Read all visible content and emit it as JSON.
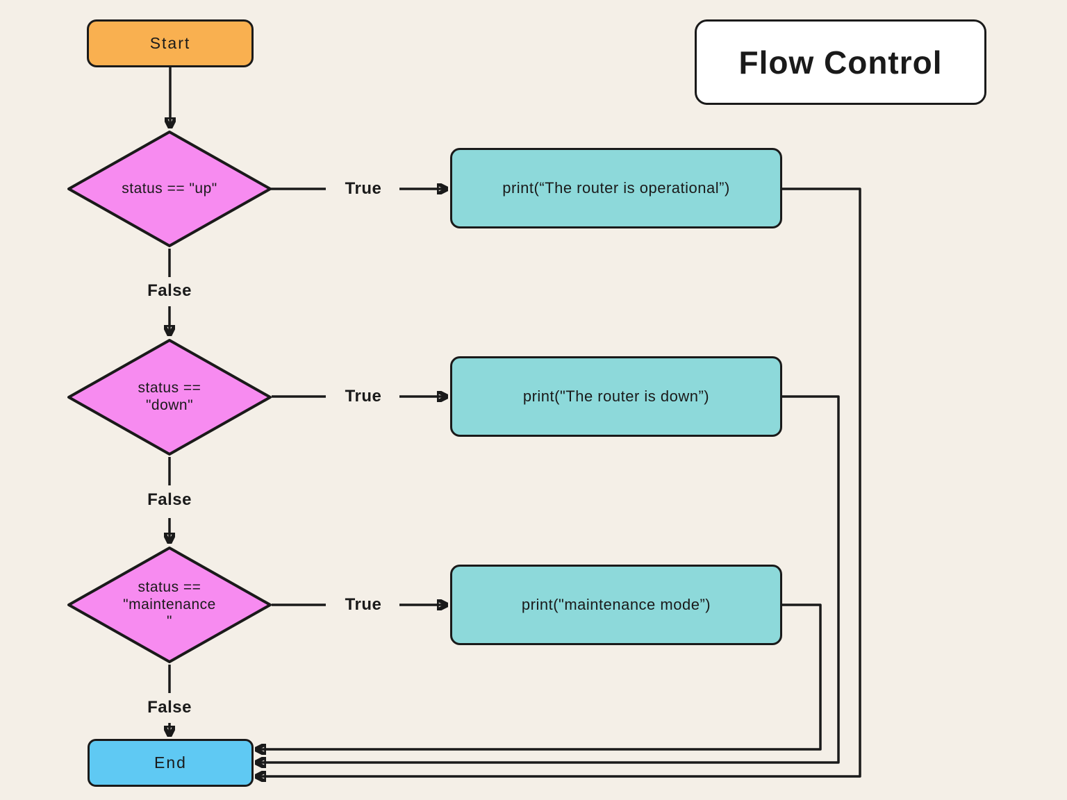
{
  "title": "Flow Control",
  "nodes": {
    "start": {
      "label": "Start"
    },
    "end": {
      "label": "End"
    },
    "decisions": [
      {
        "lines": [
          "status == \"up\""
        ]
      },
      {
        "lines": [
          "status ==",
          "\"down\""
        ]
      },
      {
        "lines": [
          "status ==",
          "\"maintenance",
          "\""
        ]
      }
    ],
    "processes": [
      {
        "label": "print(“The router is operational”)"
      },
      {
        "label": "print(\"The router is down”)"
      },
      {
        "label": "print(\"maintenance mode”)"
      }
    ]
  },
  "edge_labels": {
    "true": [
      "True",
      "True",
      "True"
    ],
    "false": [
      "False",
      "False",
      "False"
    ]
  },
  "colors": {
    "bg": "#F4EFE7",
    "ink": "#1A1A1A",
    "orange": "#F9B050",
    "pink": "#F78BF0",
    "teal": "#8DD9DA",
    "blue": "#5FC9F3",
    "paper": "#FFFFFF"
  }
}
